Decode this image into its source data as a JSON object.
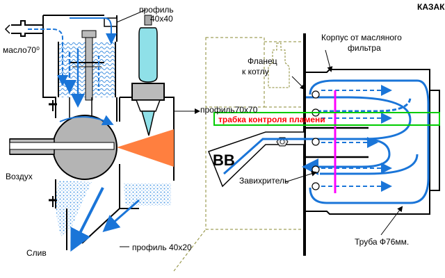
{
  "labels": {
    "profile_40x40_1": "профиль",
    "profile_40x40_2": "40x40",
    "oil": "масло70⁰",
    "air": "Воздух",
    "drain": "Слив",
    "profile_40x20": "профиль 40x20",
    "profile_70x70": "профиль70x70",
    "flame_tube": "трабка контроля пламени",
    "author": "КАЗАК",
    "housing_1": "Корпус от масляного",
    "housing_2": "фильтра",
    "flange_1": "Фланец",
    "flange_2": "к котлу",
    "bb": "BB",
    "swirler": "Завихритель",
    "pipe_76": "Труба Ф76мм."
  },
  "colors": {
    "flow": "#1a75d8",
    "flame": "#ff7f3f",
    "control_tube": "#00cc00",
    "control_line": "#ff00ff",
    "plug": "#8fe0e8"
  }
}
